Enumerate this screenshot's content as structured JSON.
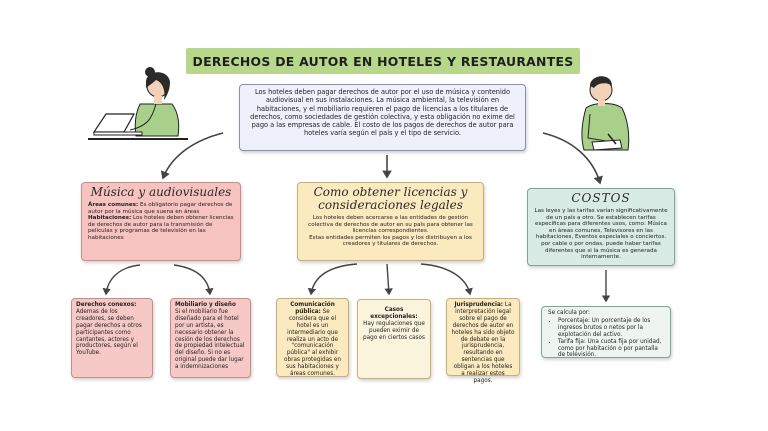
{
  "title": "DERECHOS DE AUTOR EN HOTELES Y RESTAURANTES",
  "intro": "Los hoteles deben pagar derechos de autor por el uso de música y contenido audiovisual en sus instalaciones. La música ambiental, la televisión en habitaciones, y el mobiliario  requieren el pago de licencias a los titulares de derechos, como sociedades de gestión colectiva, y esta obligación no exime del pago a las empresas de cable.  El costo de los pagos de derechos de autor para hoteles varía según el país y el tipo de servicio.",
  "categories": [
    {
      "title": "Música y audiovisuales",
      "lines": [
        {
          "label": "Áreas comunes:",
          "text": " Es obligatorio pagar derechos de autor por la música que suena en áreas"
        },
        {
          "label": "Habitaciones:",
          "text": " Los hoteles deben obtener licencias de derechos de autor para la transmisión de películas y programas de televisión en las habitaciones"
        }
      ]
    },
    {
      "title": "Como obtener licencias y consideraciones legales",
      "text1": "Los hoteles deben acercarse a las entidades de gestión colectiva de derechos de autor en su país para obtener las licencias correspondientes.",
      "text2": "Estas entidades permiten los pagos y los distribuyen a los creadores y titulares de derechos."
    },
    {
      "title": "COSTOS",
      "text": "Las leyes y las tarifas varían significativamente de un país a otro. Se establecen tarifas específicas para diferentes usos, como: Música en áreas comunes, Televisores en las habitaciones, Eventos especiales o conciertos. por cable o por ondas, puede haber tarifas diferentes que si la música es generada internamente."
    }
  ],
  "subs": [
    {
      "label": "Derechos conexos:",
      "text": " Ademas de los creadores, se deben pagar derechos a otros participantes como cantantes, actores y productores, según el YouTube."
    },
    {
      "label": "Mobiliario y diseño",
      "text": " Si el mobiliario fue diseñado para el hotel por un artista, es necesario obtener la cesión de los derechos de propiedad intelectual del diseño. Si no es original puede dar lugar a indemnizaciones"
    },
    {
      "label": "Comunicación pública:",
      "text": " Se considera que el hotel es un intermediario que realiza un acto de \"comunicación pública\" al exhibir obras protegidas en sus habitaciones y áreas comunes."
    },
    {
      "label": "Casos excepcionales:",
      "text": " Hay regulaciones que pueden eximir de pago en ciertos casos"
    },
    {
      "label": "Jurisprudencia:",
      "text": " La interpretación legal sobre el pago de derechos de autor en hoteles ha sido objeto de debate en la jurisprudencia, resultando en sentencias que obligan a los hoteles a realizar estos pagos."
    }
  ],
  "costos_calc": {
    "lead": "Se calcula por:",
    "items": [
      "Porcentaje: Un porcentaje de los ingresos brutos o netos por la explotación del activo.",
      "Tarifa fija: Una cuota fija por unidad, como por habitación o por pantalla de televisión."
    ]
  },
  "colors": {
    "banner": "#b7d88b",
    "intro": "#eef0fb",
    "music": "#f7c3c0",
    "licenses": "#fbeabf",
    "costs": "#d8ebe5"
  }
}
